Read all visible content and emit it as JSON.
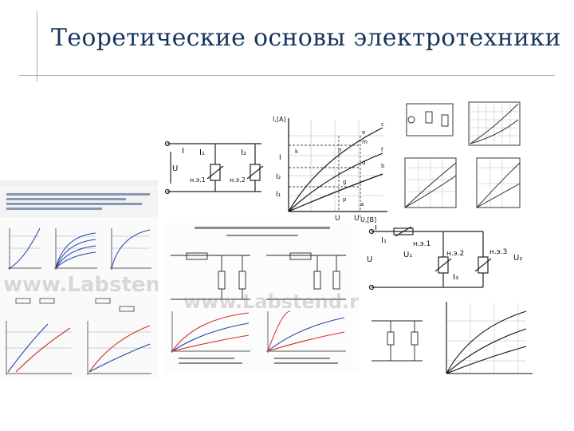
{
  "slide": {
    "title": "Теоретические основы электротехники"
  },
  "watermark": {
    "text_left": "www.Labstend.ru",
    "text_mid": "www.Labstend.ru"
  },
  "colors": {
    "title": "#17365d",
    "rule": "#9fb3a8",
    "curve_blue": "#2244aa",
    "curve_red": "#cc3322",
    "grid": "#b8b8b8"
  },
  "main_circuit": {
    "source_label": "U",
    "current_total": "I",
    "current_1": "I₁",
    "current_2": "I₂",
    "element_1": "н.э.1",
    "element_2": "н.э.2"
  },
  "main_graph": {
    "axis_y": "I,[A]",
    "axis_x": "U,[B]",
    "label_I": "I",
    "label_I2": "I₂",
    "label_I1": "I₁",
    "label_U": "U",
    "label_U_prime": "U'",
    "pts": [
      "k",
      "n",
      "m",
      "e",
      "c",
      "d",
      "p",
      "a",
      "b",
      "f",
      "g"
    ]
  },
  "bottom_right_circuit": {
    "current_total": "I",
    "current_1": "I₁",
    "current_3": "I₃",
    "element_1": "н.э.1",
    "element_2": "н.э.2",
    "element_3": "н.э.3",
    "label_U1": "U₁",
    "label_U2": "U₂",
    "label_U": "U"
  }
}
